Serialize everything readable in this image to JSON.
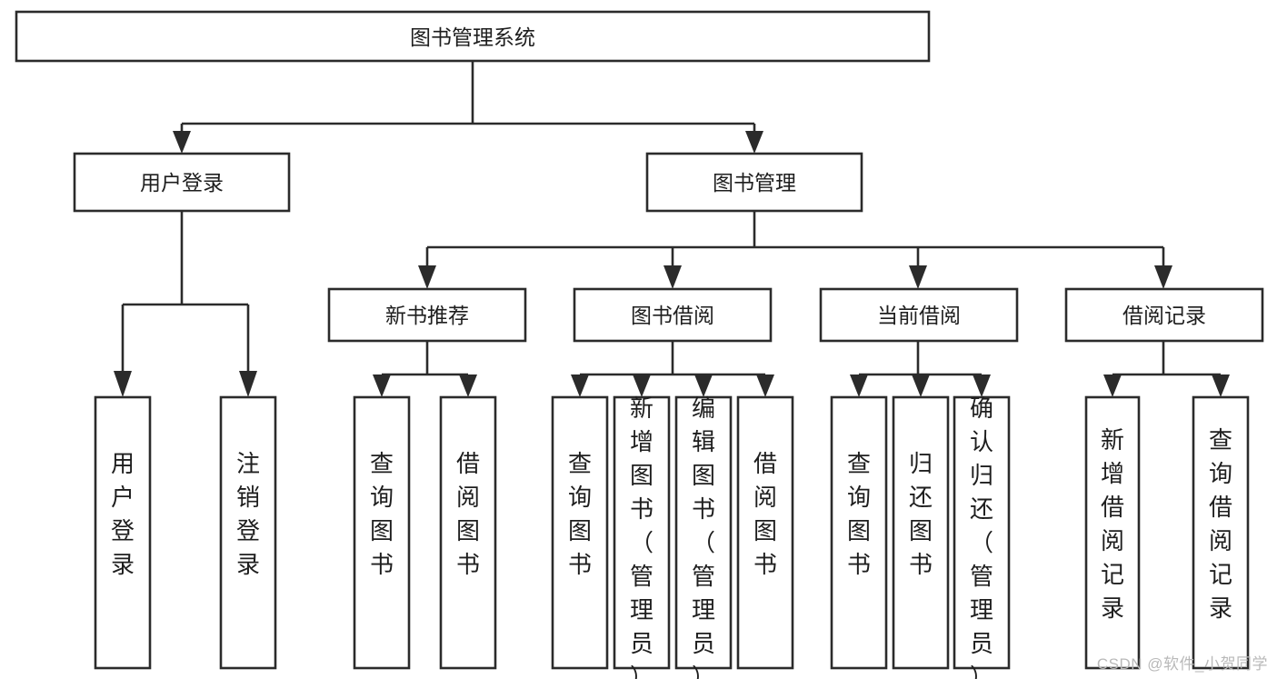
{
  "diagram": {
    "title": "图书管理系统",
    "type": "tree-hierarchy",
    "watermark": "CSDN @软件_小贺同学",
    "colors": {
      "stroke": "#2b2b2b",
      "fill": "#ffffff",
      "text": "#1e1e1e",
      "watermark": "#b9b9b9",
      "background": "#ffffff"
    },
    "levels": {
      "root": {
        "label": "图书管理系统"
      },
      "level2": [
        {
          "label": "用户登录"
        },
        {
          "label": "图书管理"
        }
      ],
      "level3": [
        {
          "label": "新书推荐"
        },
        {
          "label": "图书借阅"
        },
        {
          "label": "当前借阅"
        },
        {
          "label": "借阅记录"
        }
      ]
    },
    "leaves": {
      "user_login": [
        {
          "label": "用户登录"
        },
        {
          "label": "注销登录"
        }
      ],
      "new_book_recommend": [
        {
          "label": "查询图书"
        },
        {
          "label": "借阅图书"
        }
      ],
      "book_borrow": [
        {
          "label": "查询图书"
        },
        {
          "label": "新增图书（管理员）"
        },
        {
          "label": "编辑图书（管理员）"
        },
        {
          "label": "借阅图书"
        }
      ],
      "current_borrow": [
        {
          "label": "查询图书"
        },
        {
          "label": "归还图书"
        },
        {
          "label": "确认归还（管理员）"
        }
      ],
      "borrow_record": [
        {
          "label": "新增借阅记录"
        },
        {
          "label": "查询借阅记录"
        }
      ]
    }
  }
}
